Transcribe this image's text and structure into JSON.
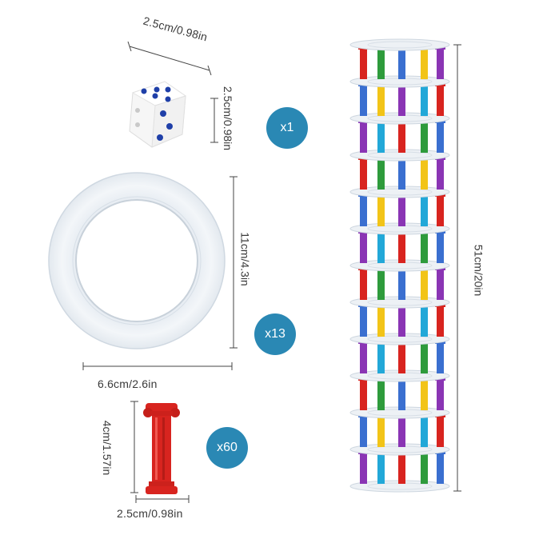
{
  "dice": {
    "width_label": "2.5cm/0.98in",
    "height_label": "2.5cm/0.98in",
    "quantity": "x1"
  },
  "ring": {
    "height_label": "11cm/4.3in",
    "width_label": "6.6cm/2.6in",
    "quantity": "x13"
  },
  "pillar": {
    "height_label": "4cm/1.57in",
    "width_label": "2.5cm/0.98in",
    "quantity": "x60"
  },
  "tower": {
    "height_label": "51cm/20in"
  },
  "colors": {
    "badge": "#2a88b4",
    "pillar_red": "#d8241f",
    "dice_pip": "#1f3fa8",
    "ring": "#e9eef3"
  }
}
